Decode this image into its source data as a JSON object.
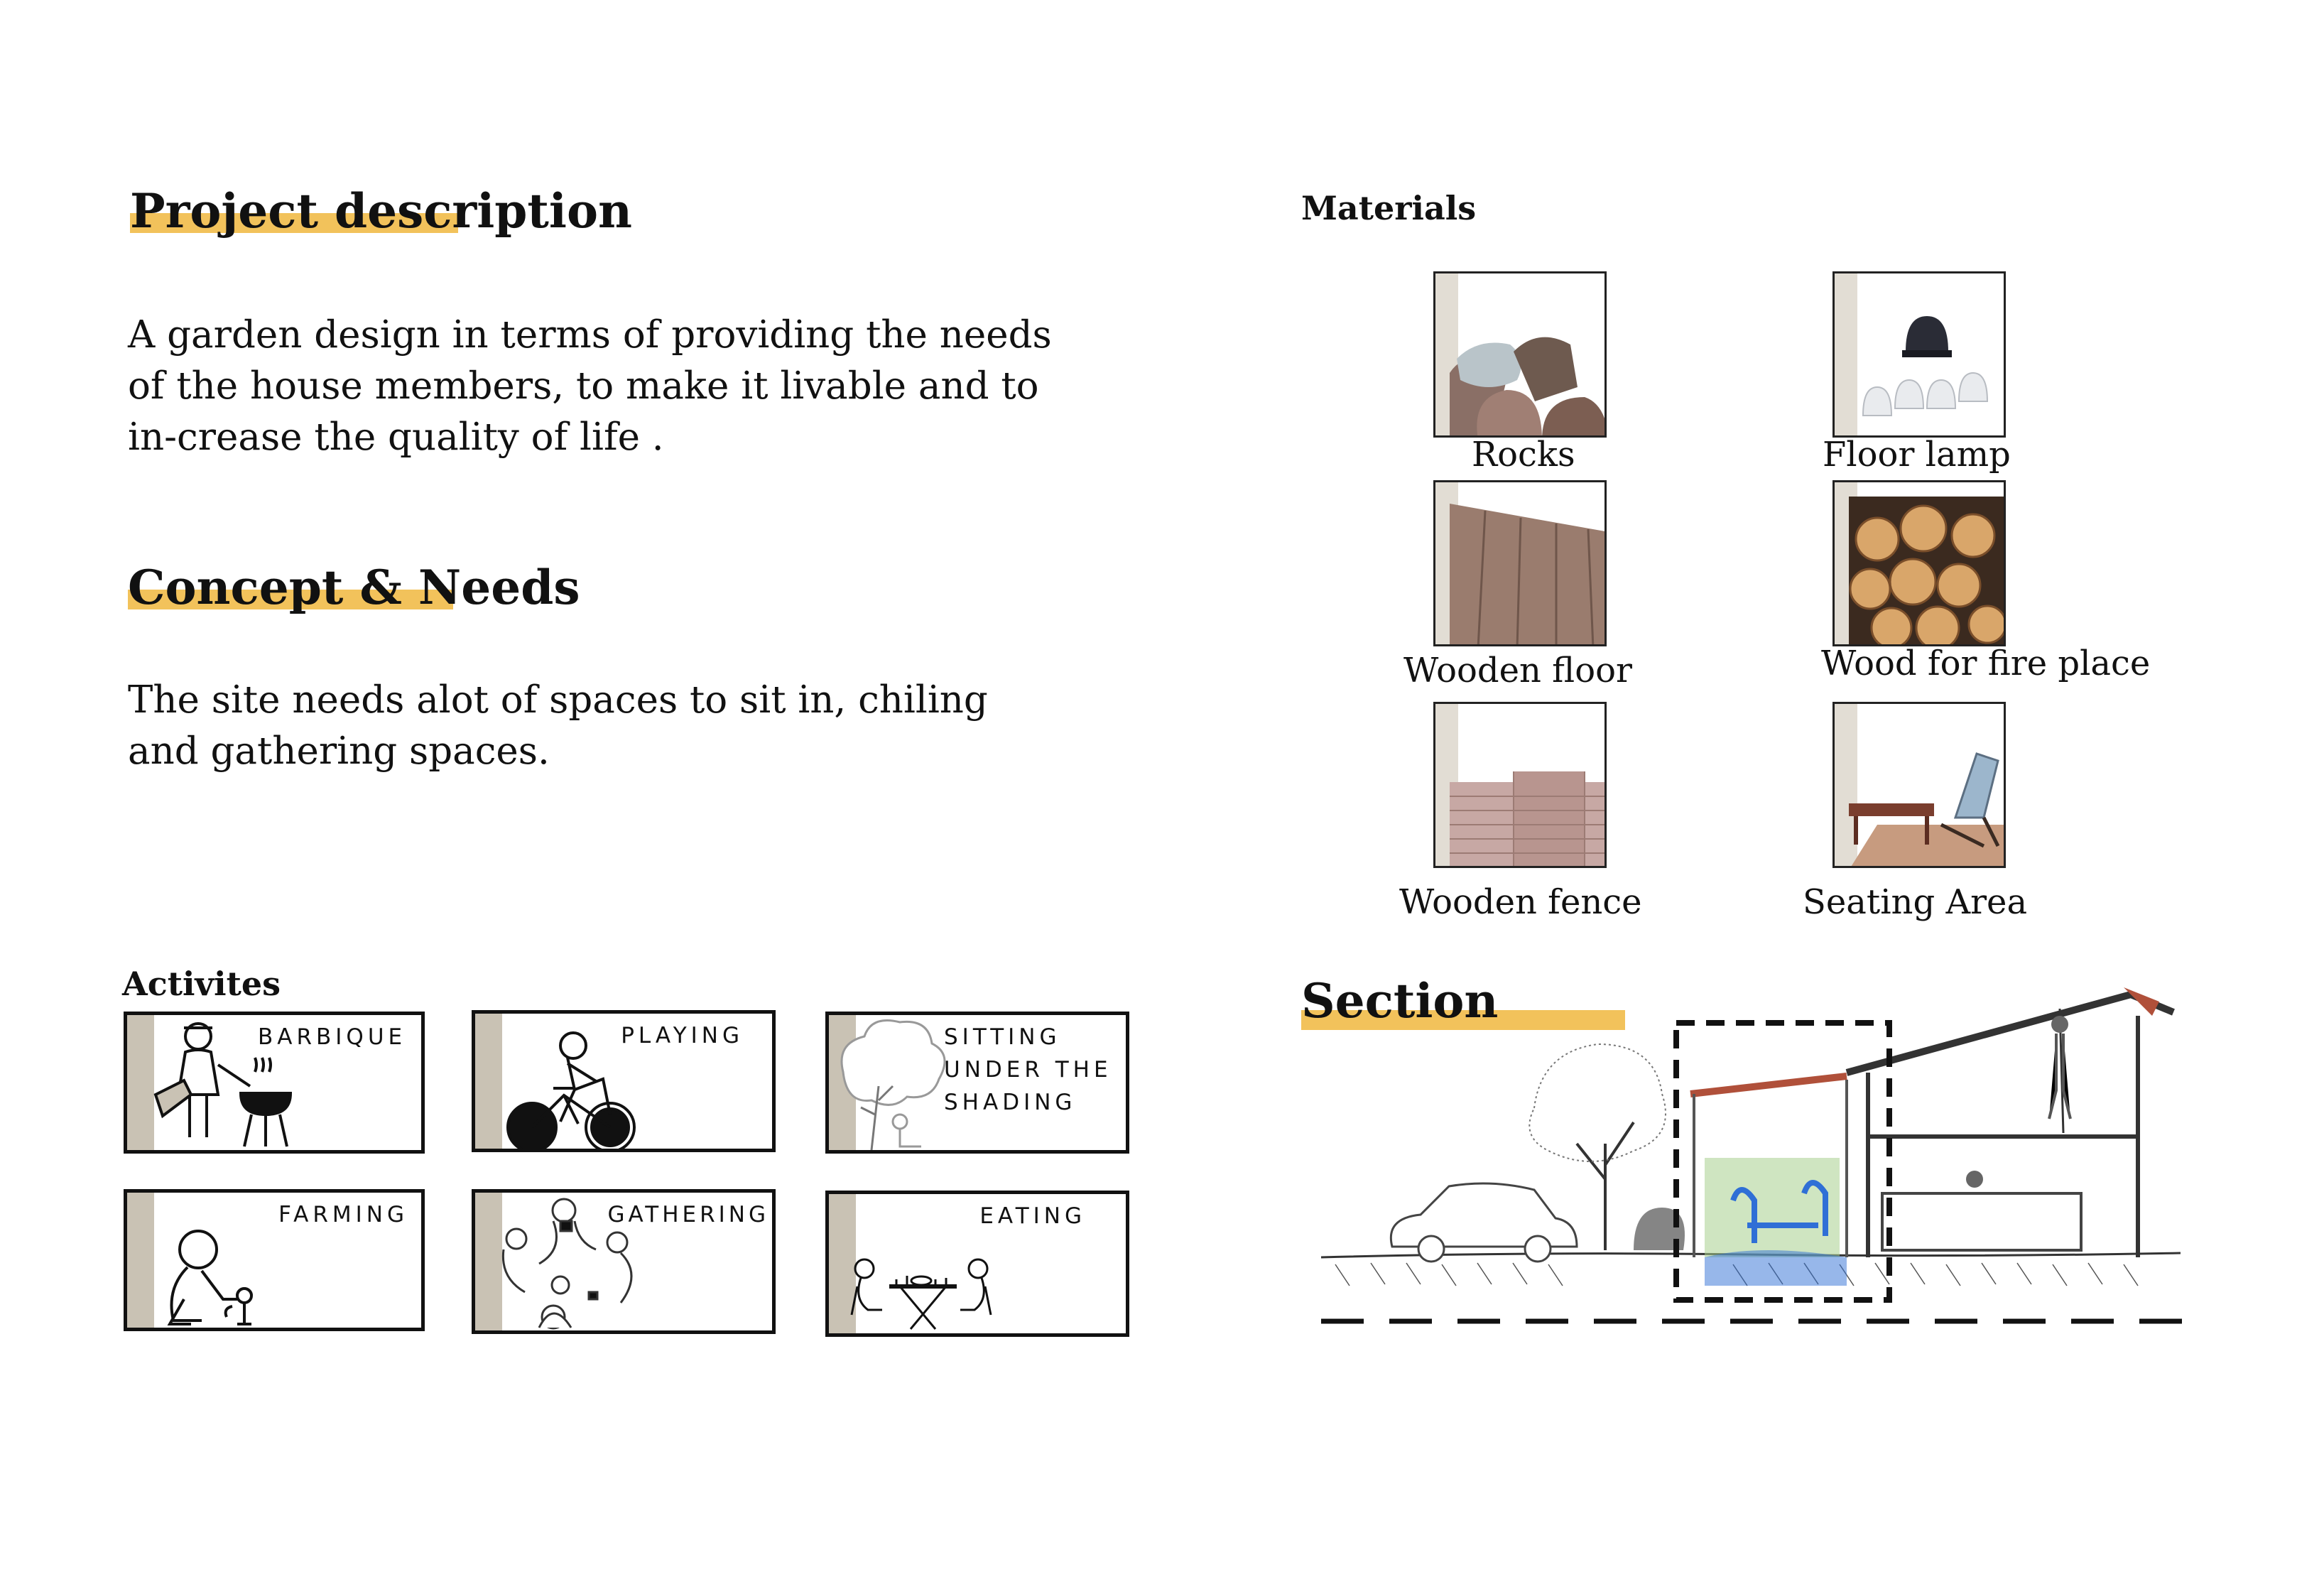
{
  "project": {
    "title": "Project description",
    "text": "A garden design in terms of providing the needs of the house members, to make it livable and to in-crease the quality of life ."
  },
  "concept": {
    "title": "Concept & Needs",
    "text": "The site needs alot of  spaces to sit in, chiling and gathering spaces."
  },
  "activities": {
    "title": "Activites",
    "items": [
      {
        "label": "BARBIQUE",
        "icon": "barbecue-person-icon"
      },
      {
        "label": "PLAYING",
        "icon": "bicycle-rider-icon"
      },
      {
        "label": "SITTING UNDER THE SHADING",
        "icon": "tree-shade-icon"
      },
      {
        "label": "FARMING",
        "icon": "gardening-person-icon"
      },
      {
        "label": "GATHERING",
        "icon": "group-gathering-icon"
      },
      {
        "label": "EATING",
        "icon": "dining-table-icon"
      }
    ]
  },
  "materials": {
    "title": "Materials",
    "items": [
      {
        "label": "Rocks"
      },
      {
        "label": "Floor lamp"
      },
      {
        "label": "Wooden floor"
      },
      {
        "label": "Wood for fire place"
      },
      {
        "label": "Wooden fence"
      },
      {
        "label": "Seating Area"
      }
    ]
  },
  "section": {
    "title": "Section"
  },
  "colors": {
    "highlight": "#f2c25b",
    "card_strip": "#c9c2b4",
    "sketch_blue": "#2f6fd6"
  }
}
